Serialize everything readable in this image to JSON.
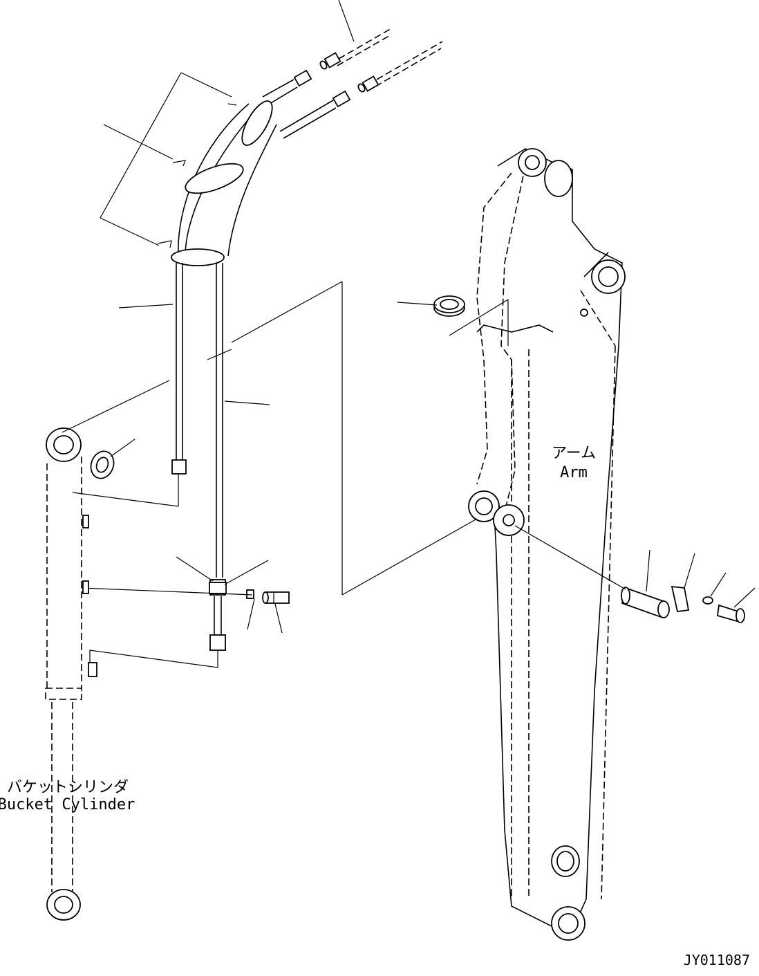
{
  "labels": {
    "arm_jp": "アーム",
    "arm_en": "Arm",
    "bucket_cylinder_jp": "バケットシリンダ",
    "bucket_cylinder_en": "Bucket Cylinder",
    "drawing_number": "JY011087"
  }
}
